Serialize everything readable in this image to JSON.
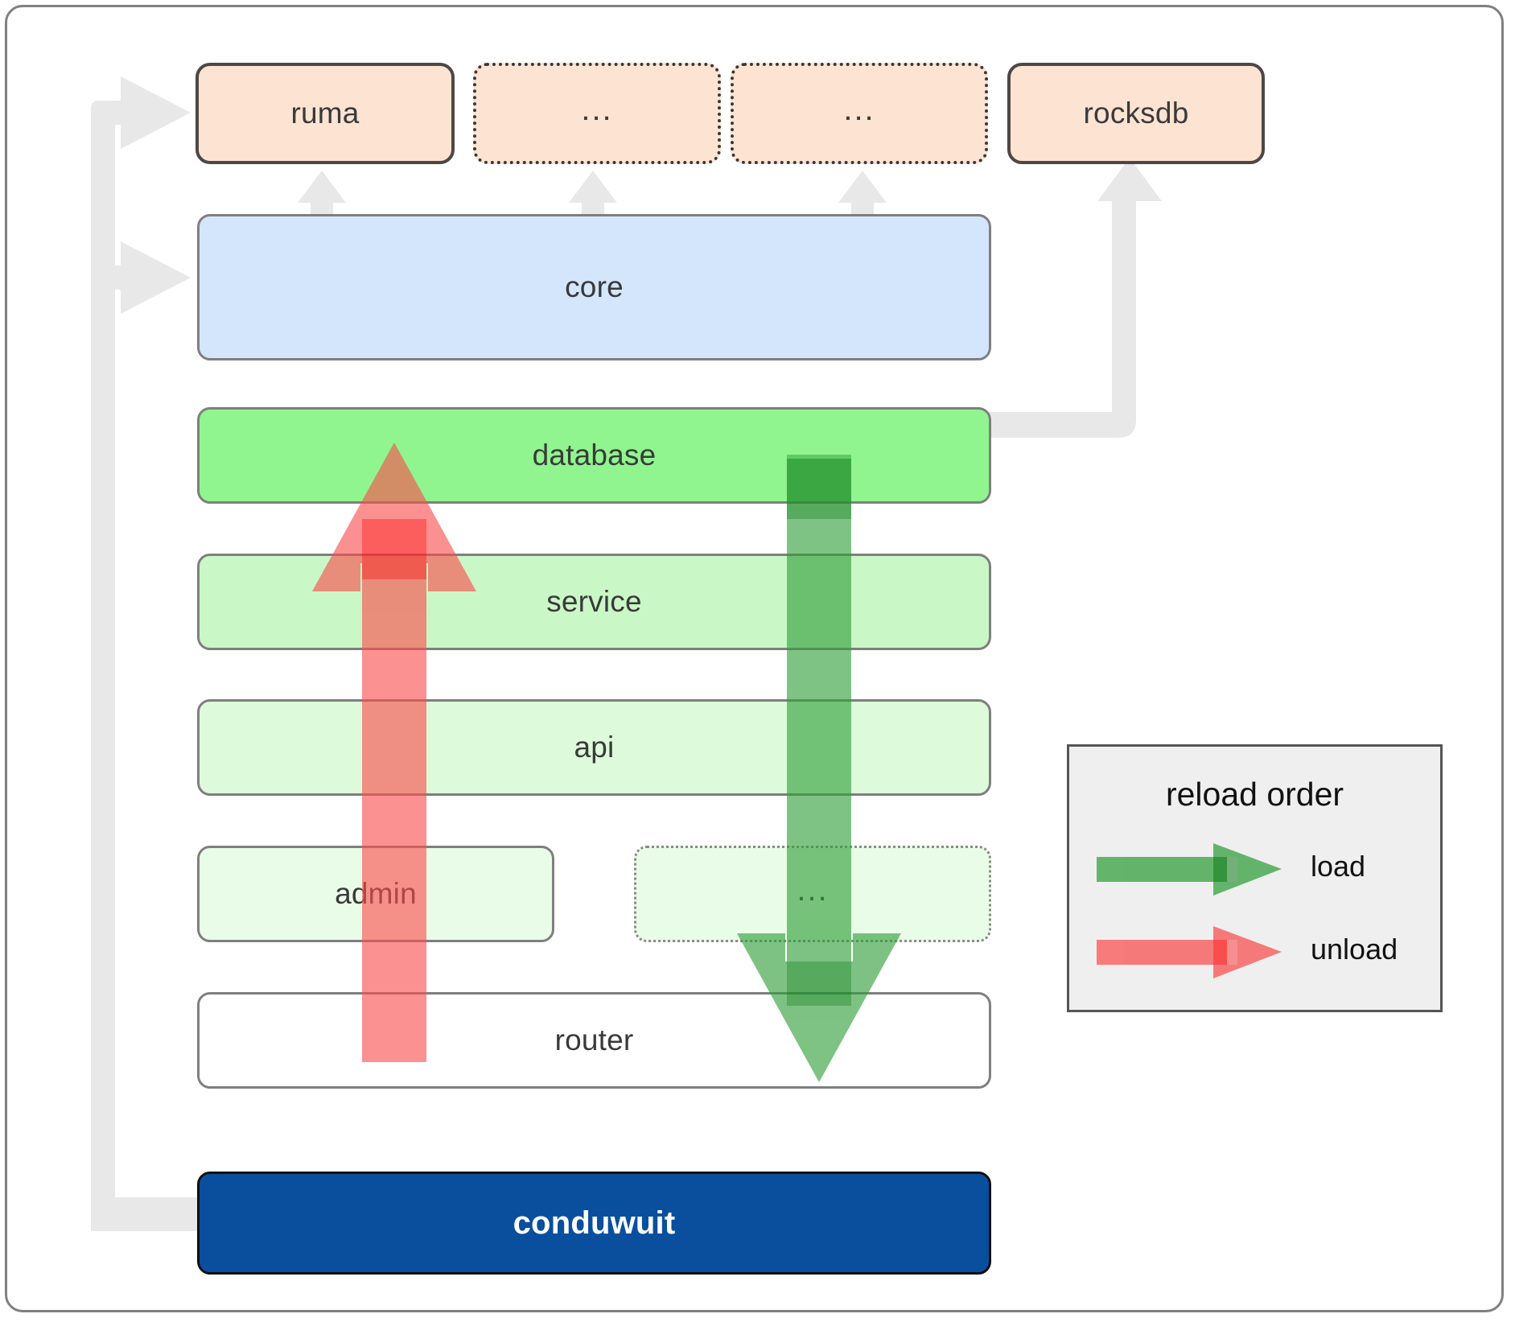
{
  "diagram": {
    "title": "conduwuit crate / reload-order architecture",
    "colors": {
      "dependency_fill": "#fde3d2",
      "dependency_stroke": "#4d4845",
      "core_fill": "#d4e6fb",
      "database_fill": "#90f58e",
      "service_fill": "#caf7c6",
      "api_fill": "#ddfadb",
      "admin_fill": "#e9fce7",
      "router_fill": "#ffffff",
      "root_fill": "#0a4f9e",
      "connector_grey": "#e8e8e8",
      "load_green": "#4fa84f",
      "unload_red": "#fa8080",
      "legend_bg": "#efefef",
      "frame_stroke": "#808080"
    },
    "dependencies": [
      {
        "label": "ruma",
        "style": "solid"
      },
      {
        "label": "...",
        "style": "dotted"
      },
      {
        "label": "...",
        "style": "dotted"
      },
      {
        "label": "rocksdb",
        "style": "solid"
      }
    ],
    "core": {
      "label": "core"
    },
    "layers": [
      {
        "label": "database",
        "style": "solid"
      },
      {
        "label": "service",
        "style": "solid"
      },
      {
        "label": "api",
        "style": "solid"
      },
      {
        "label": "admin",
        "style": "solid"
      },
      {
        "label": "...",
        "style": "dotted"
      },
      {
        "label": "router",
        "style": "solid"
      }
    ],
    "root": {
      "label": "conduwuit"
    },
    "legend": {
      "title": "reload order",
      "items": [
        {
          "label": "load",
          "color": "#4fa84f"
        },
        {
          "label": "unload",
          "color": "#fa8080"
        }
      ]
    },
    "flow_arrows": [
      {
        "name": "unload",
        "direction": "up",
        "from": "router",
        "to": "database"
      },
      {
        "name": "load",
        "direction": "down",
        "from": "database",
        "to": "router"
      }
    ]
  }
}
